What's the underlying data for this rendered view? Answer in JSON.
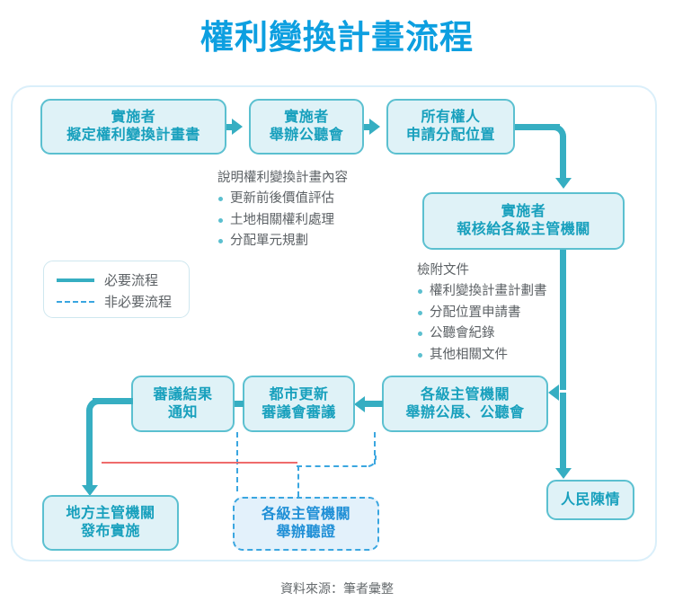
{
  "title": "權利變換計畫流程",
  "caption": "資料來源：筆者彙整",
  "colors": {
    "title_blue": "#0d9fe0",
    "node_border": "#5bc0d0",
    "node_fill": "#dff2f7",
    "node_text": "#18a0bd",
    "connector": "#36aec2",
    "dashed": "#3aa6e0",
    "red_line": "#ef6b6b",
    "panel_border": "#daeffa"
  },
  "nodes": {
    "n1": {
      "line1": "實施者",
      "line2": "擬定權利變換計畫書"
    },
    "n2": {
      "line1": "實施者",
      "line2": "舉辦公聽會"
    },
    "n3": {
      "line1": "所有權人",
      "line2": "申請分配位置"
    },
    "n4": {
      "line1": "實施者",
      "line2": "報核給各級主管機關"
    },
    "n5": {
      "line1": "各級主管機關",
      "line2": "舉辦公展、公聽會"
    },
    "n6": {
      "line1": "都市更新",
      "line2": "審議會審議"
    },
    "n7": {
      "line1": "審議結果",
      "line2": "通知"
    },
    "n8": {
      "line1": "地方主管機關",
      "line2": "發布實施"
    },
    "n9": {
      "line1": "各級主管機關",
      "line2": "舉辦聽證"
    },
    "n10": {
      "line1": "人民陳情",
      "line2": ""
    }
  },
  "notes": {
    "note1": {
      "head": "說明權利變換計畫內容",
      "items": [
        "更新前後價值評估",
        "土地相關權利處理",
        "分配單元規劃"
      ]
    },
    "note2": {
      "head": "檢附文件",
      "items": [
        "權利變換計畫計劃書",
        "分配位置申請書",
        "公聽會紀錄",
        "其他相關文件"
      ]
    }
  },
  "legend": {
    "solid": "必要流程",
    "dashed": "非必要流程"
  }
}
